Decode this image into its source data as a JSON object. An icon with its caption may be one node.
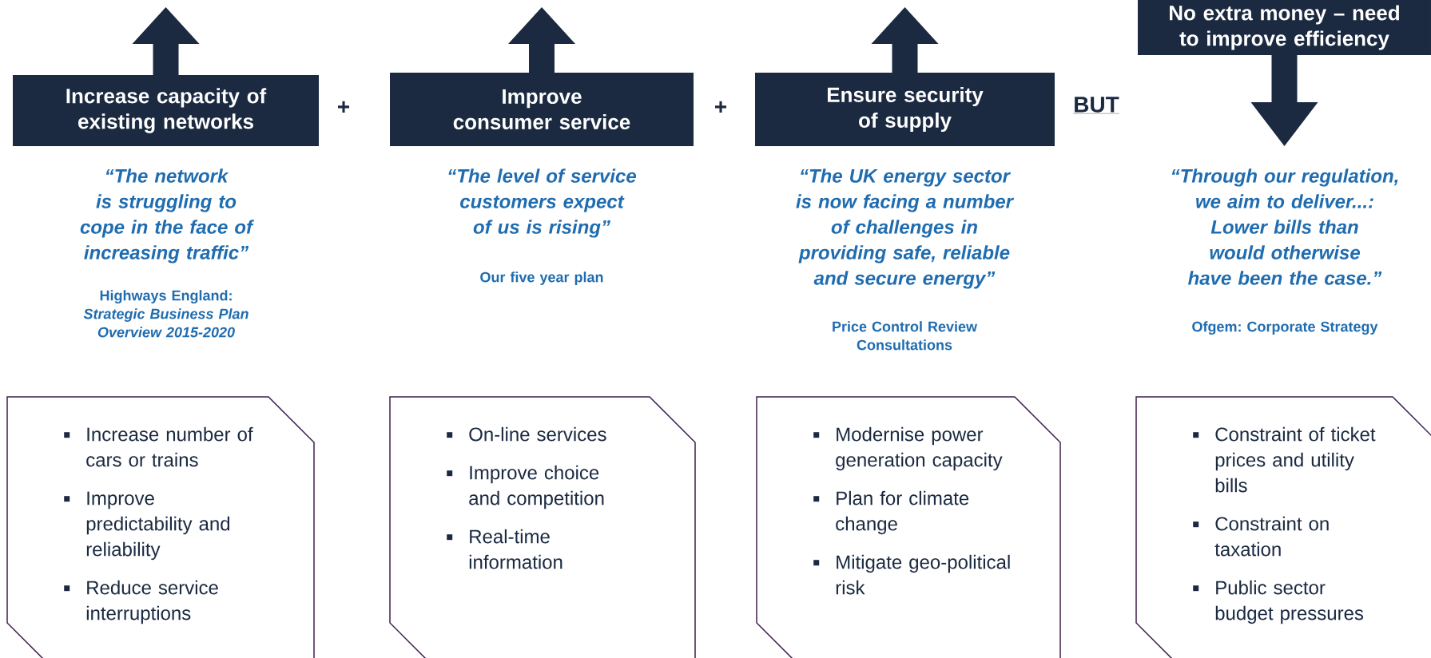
{
  "diagram": {
    "nodes": [
      {
        "text": [
          "Increase capacity of existing networks"
        ]
      },
      {
        "text": [
          "Improve consumer service"
        ]
      },
      {
        "text": [
          "Ensure security of supply"
        ]
      },
      {
        "text": [
          "No extra money – need to improve efficiency"
        ]
      },
      {
        "text": [
          "Increase number of cars or trains",
          "Improve predictability and reliability",
          "Reduce service interruptions"
        ]
      },
      {
        "text": [
          "On-line services",
          "Improve choice and competition",
          "Real-time information"
        ]
      },
      {
        "text": [
          "Modernise power generation capacity",
          "Plan for climate change",
          "Mitigate geo-political risk"
        ]
      },
      {
        "text": [
          "Constraint of ticket prices and utility bills",
          "Constraint on taxation",
          "Public sector budget pressures"
        ]
      }
    ],
    "labels": [
      "+",
      "+",
      "BUT",
      "“The network is struggling to cope in the face of increasing traffic”",
      "“The level of service customers expect of us is rising”",
      "“The UK energy sector is now facing a number of challenges in providing safe, reliable and secure energy”",
      "“Through our regulation, we aim to deliver...: Lower bills than would otherwise have been the case.”",
      "Highways England: *Strategic Business Plan Overview 2015-2020*",
      "Our five year plan",
      "Price Control Review Consultations",
      "Ofgem: Corporate Strategy"
    ]
  }
}
